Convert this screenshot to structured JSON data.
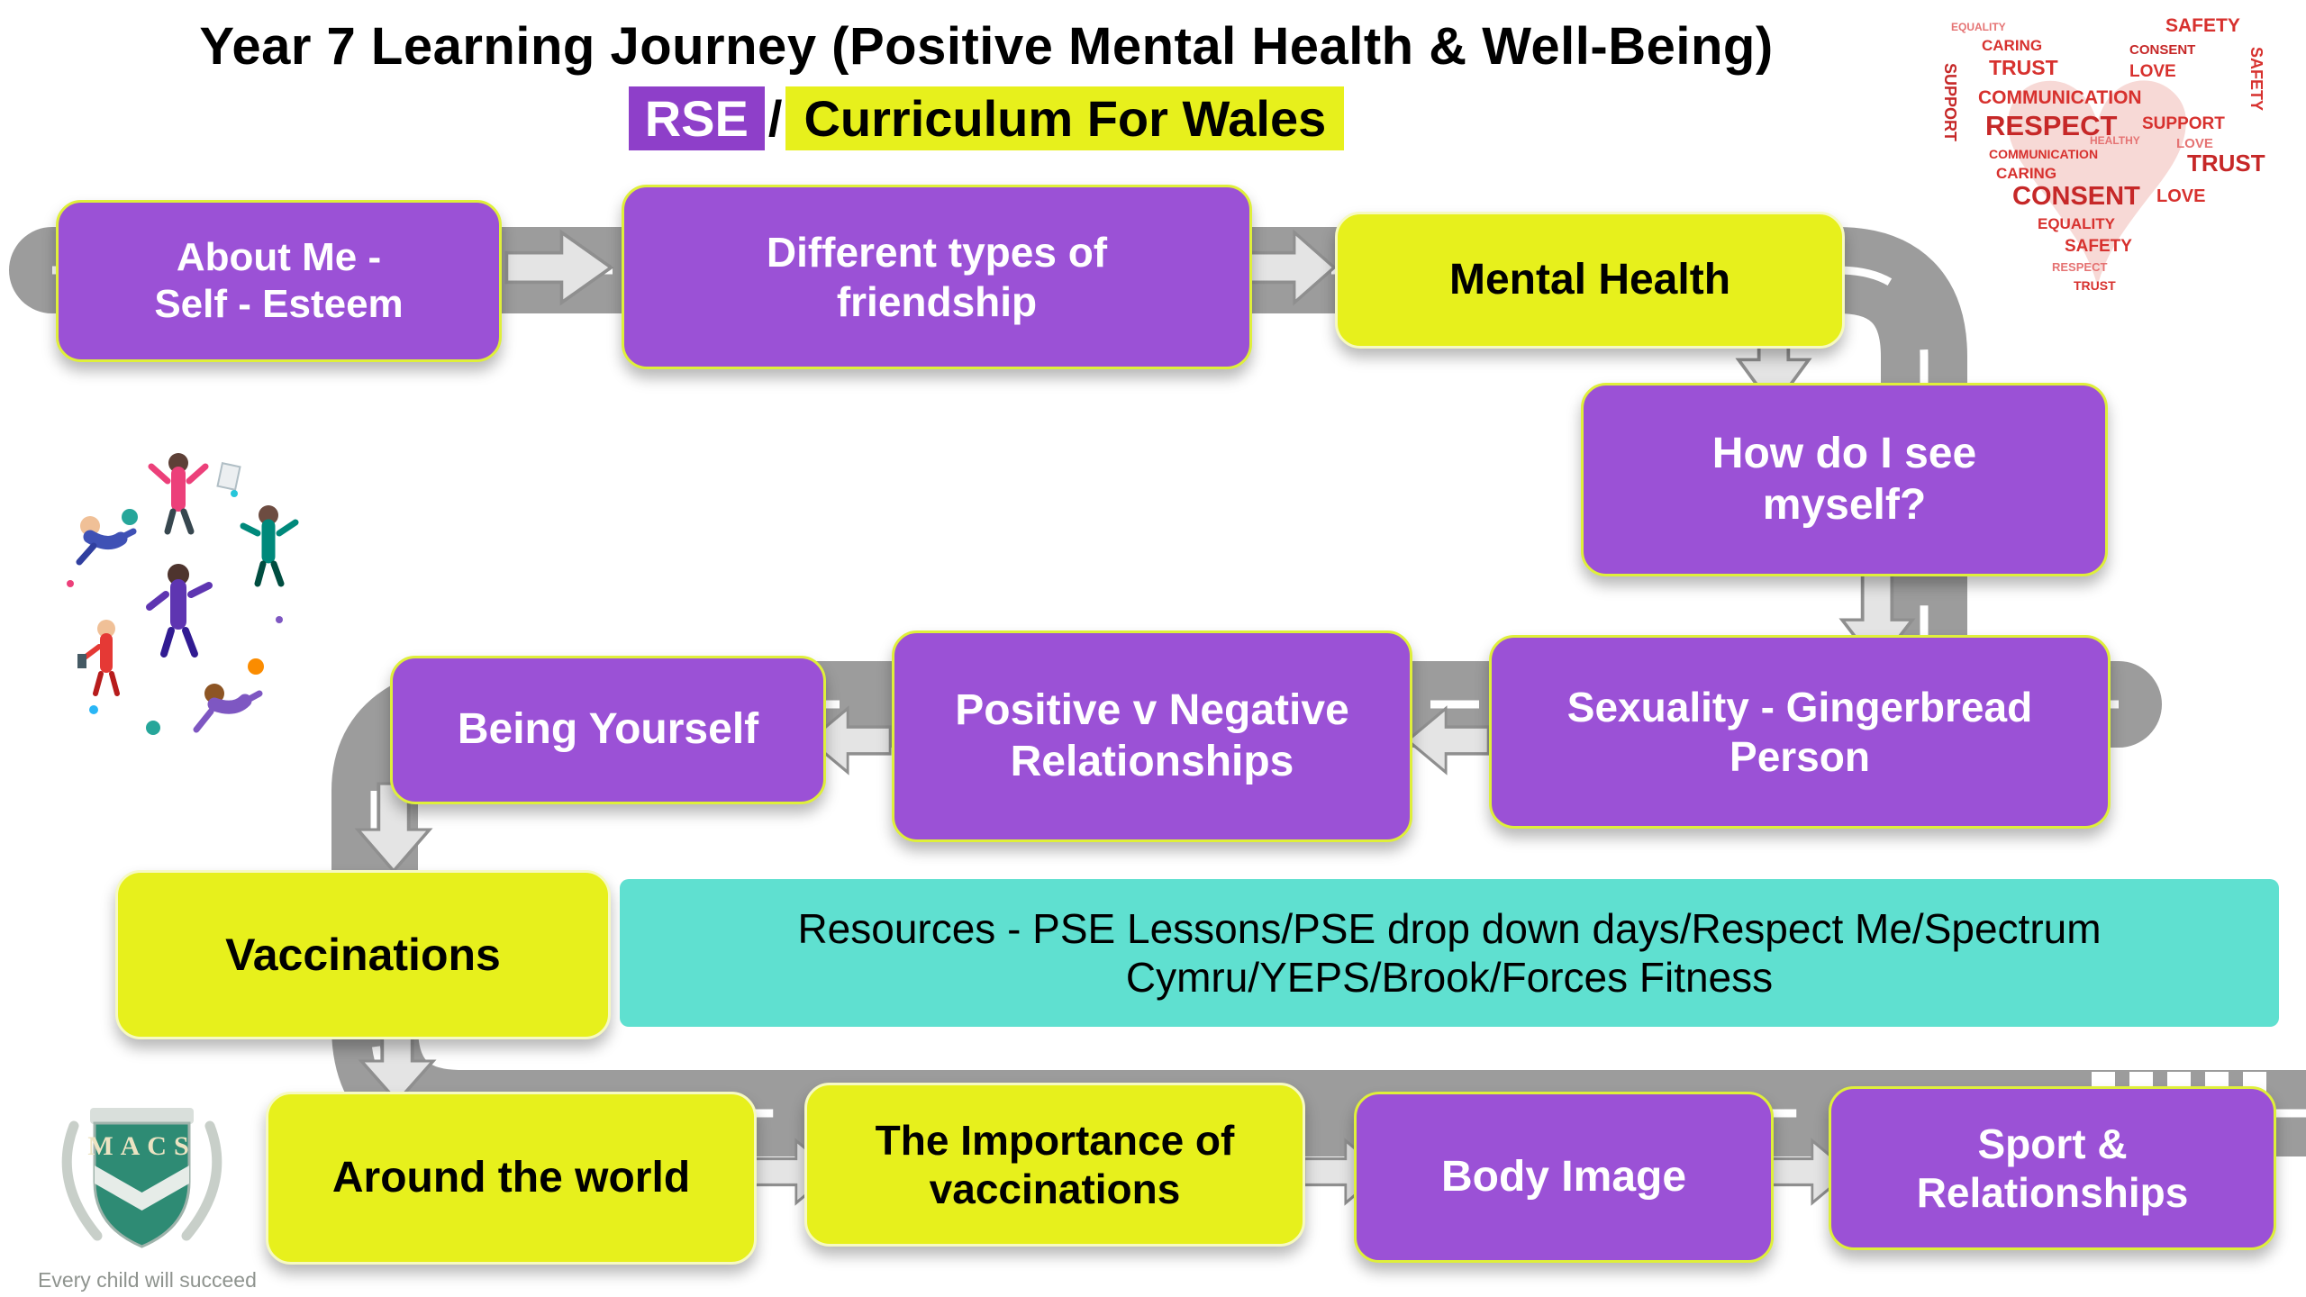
{
  "header": {
    "title": "Year 7 Learning Journey (Positive Mental Health & Well-Being)",
    "rse": "RSE",
    "slash": "/",
    "curriculum": "Curriculum For Wales"
  },
  "nodes": {
    "about_me": {
      "label": "About Me -\nSelf - Esteem",
      "color": "purple"
    },
    "friendship": {
      "label": "Different types of\nfriendship",
      "color": "purple"
    },
    "mental_health": {
      "label": "Mental Health",
      "color": "yellow"
    },
    "how_do_i_see_myself": {
      "label": "How do I see\nmyself?",
      "color": "purple"
    },
    "sexuality": {
      "label": "Sexuality - Gingerbread\nPerson",
      "color": "purple"
    },
    "positive_negative": {
      "label": "Positive v Negative\nRelationships",
      "color": "purple"
    },
    "being_yourself": {
      "label": "Being Yourself",
      "color": "purple"
    },
    "vaccinations": {
      "label": "Vaccinations",
      "color": "yellow"
    },
    "resources": {
      "label": "Resources - PSE Lessons/PSE drop down days/Respect Me/Spectrum\nCymru/YEPS/Brook/Forces Fitness",
      "color": "teal"
    },
    "around_the_world": {
      "label": "Around the world",
      "color": "yellow"
    },
    "importance_of_vaccinations": {
      "label": "The Importance of\nvaccinations",
      "color": "yellow"
    },
    "body_image": {
      "label": "Body Image",
      "color": "purple"
    },
    "sport_relationships": {
      "label": "Sport &\nRelationships",
      "color": "purple"
    }
  },
  "heart_cloud": {
    "heart_glyph": "♥",
    "words": [
      "EQUALITY",
      "SAFETY",
      "CARING",
      "CONSENT",
      "TRUST",
      "LOVE",
      "SUPPORT",
      "SAFETY",
      "COMMUNICATION",
      "RESPECT",
      "SUPPORT",
      "LOVE",
      "COMMUNICATION",
      "TRUST",
      "CARING",
      "CONSENT",
      "LOVE",
      "HEALTHY",
      "EQUALITY",
      "SAFETY",
      "RESPECT",
      "TRUST"
    ]
  },
  "logo": {
    "letters": "MACS",
    "motto": "Every child will succeed"
  },
  "colors": {
    "purple": "#9b51d6",
    "yellow": "#e7f01c",
    "teal": "#5fe0d0",
    "road_gray": "#9c9c9c",
    "heart_red": "#d7312e"
  }
}
